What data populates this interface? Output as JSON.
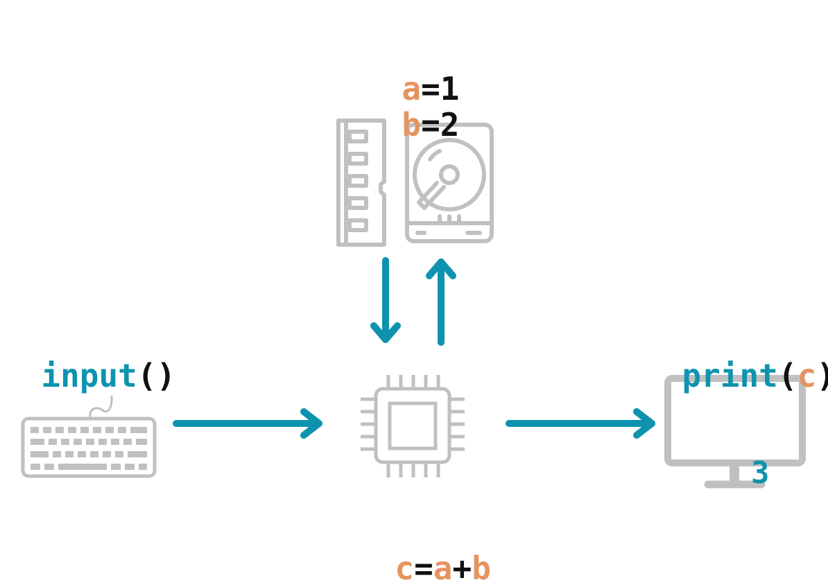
{
  "colors": {
    "teal": "#0e93ae",
    "orange": "#e59460",
    "black": "#111111",
    "gray": "#c0c0c0"
  },
  "storage": {
    "var_a": {
      "name": "a",
      "op": "=",
      "value": "1"
    },
    "var_b": {
      "name": "b",
      "op": "=",
      "value": "2"
    },
    "icons": [
      "ram-icon",
      "hard-drive-icon"
    ]
  },
  "input": {
    "func": "input",
    "parens": "()",
    "icon": "keyboard-icon"
  },
  "cpu": {
    "icon": "cpu-icon",
    "expr": {
      "c": "c",
      "eq": "=",
      "a": "a",
      "plus": "+",
      "b": "b"
    }
  },
  "output": {
    "func": "print",
    "open": "(",
    "arg": "c",
    "close": ")",
    "value": "3",
    "icon": "monitor-icon"
  }
}
